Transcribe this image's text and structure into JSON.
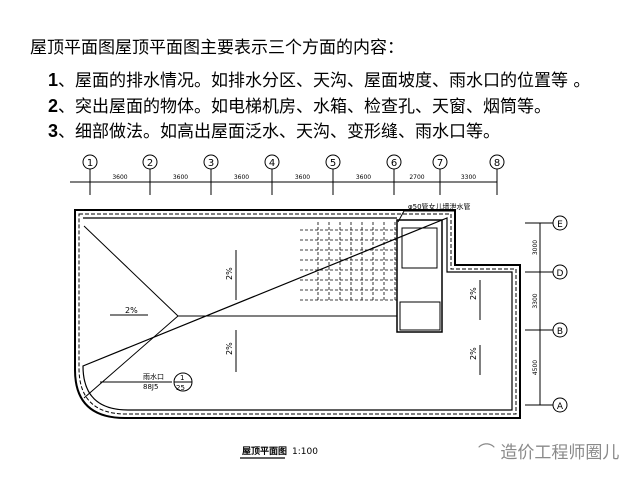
{
  "title": "屋顶平面图屋顶平面图主要表示三个方面的内容：",
  "points": [
    {
      "num": "1",
      "text": "、屋面的排水情况。如排水分区、天沟、屋面坡度、雨水口的位置等 。"
    },
    {
      "num": "2",
      "text": "、突出屋面的物体。如电梯机房、水箱、检查孔、天窗、烟筒等。"
    },
    {
      "num": "3",
      "text": "、细部做法。如高出屋面泛水、天沟、变形缝、雨水口等。"
    }
  ],
  "drawing": {
    "col_axes": [
      "1",
      "2",
      "3",
      "4",
      "5",
      "6",
      "7",
      "8"
    ],
    "col_dims": [
      "3600",
      "3600",
      "3600",
      "3600",
      "3600",
      "2700",
      "3300"
    ],
    "row_axes": [
      "E",
      "D",
      "B",
      "A"
    ],
    "row_dims": [
      "3000",
      "3300",
      "4500"
    ],
    "pipe_note": "φ50管女儿墙泄水管",
    "slope": "2%",
    "drain_label": "雨水口",
    "drain_ref": "88J5",
    "detail_num": "1",
    "detail_sheet": "25",
    "caption": "屋顶平面图",
    "scale": "1:100"
  },
  "watermark": "造价工程师圈儿"
}
